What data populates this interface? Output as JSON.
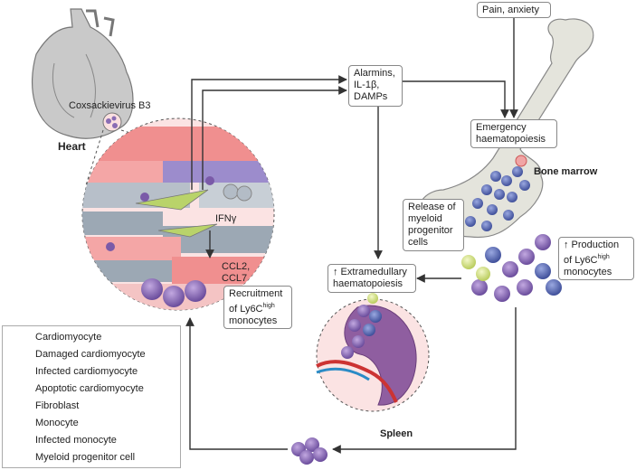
{
  "labels": {
    "virus": "Coxsackievirus B3",
    "heart": "Heart",
    "bone_marrow": "Bone marrow",
    "spleen": "Spleen",
    "ifn": "IFNγ",
    "ccl": "CCL2,\nCCL7"
  },
  "boxes": {
    "pain": "Pain, anxiety",
    "alarmins": "Alarmins,\nIL-1β,\nDAMPs",
    "emergency": "Emergency\nhaematopoiesis",
    "release": "Release of\nmyeloid\nprogenitor\ncells",
    "production_prefix": "↑ Production\nof Ly6C",
    "production_sup": "high",
    "production_suffix": "monocytes",
    "extramedullary": "↑ Extramedullary\nhaematopoiesis",
    "recruitment_prefix": "Recruitment\nof Ly6C",
    "recruitment_sup": "high",
    "recruitment_suffix": "monocytes"
  },
  "legend": [
    {
      "label": "Cardiomyocyte",
      "icon": "cardiomyocyte-icon",
      "color": "#e8676b"
    },
    {
      "label": "Damaged cardiomyocyte",
      "icon": "damaged-cardiomyocyte-icon",
      "color": "#8c78b8"
    },
    {
      "label": "Infected cardiomyocyte",
      "icon": "infected-cardiomyocyte-icon",
      "color": "#8e9aa8"
    },
    {
      "label": "Apoptotic cardiomyocyte",
      "icon": "apoptotic-cardiomyocyte-icon",
      "color": "#a9b3bd"
    },
    {
      "label": "Fibroblast",
      "icon": "fibroblast-icon",
      "color": "#b9d36a"
    },
    {
      "label": "Monocyte",
      "icon": "monocyte-icon",
      "color": "#5c6fb5"
    },
    {
      "label": "Infected monocyte",
      "icon": "infected-monocyte-icon",
      "color": "#8a6cb4"
    },
    {
      "label": "Myeloid progenitor cell",
      "icon": "myeloid-progenitor-icon",
      "color": "#d6e48a"
    }
  ]
}
